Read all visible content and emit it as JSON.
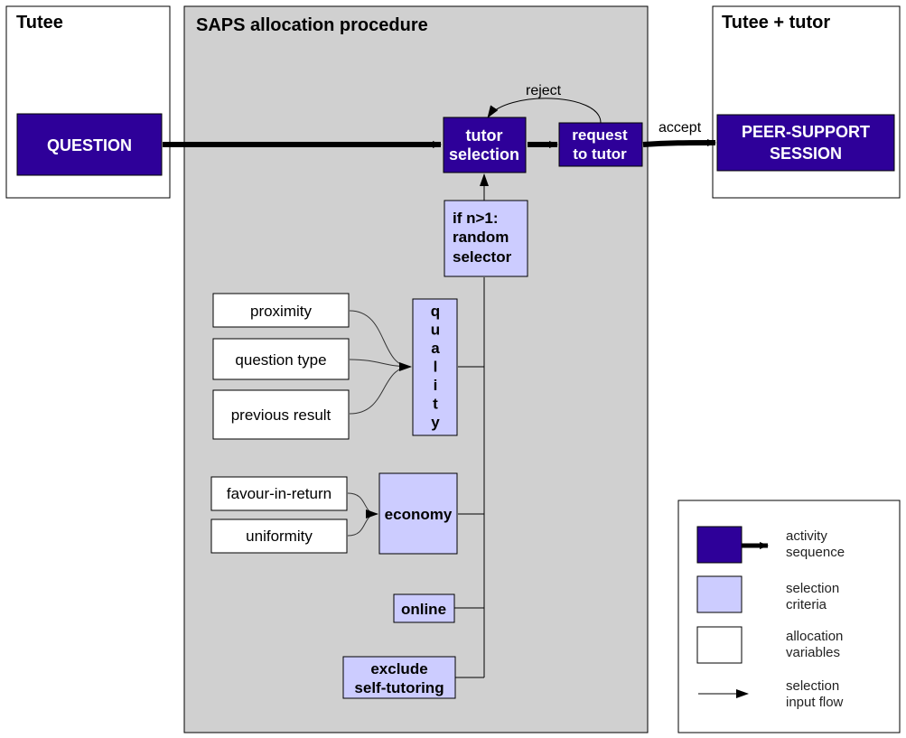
{
  "colors": {
    "activity": "#2e0099",
    "criteria": "#ccccff",
    "variable": "#ffffff",
    "procedure_bg": "#d0d0d0",
    "line": "#000000"
  },
  "lanes": {
    "tutee": "Tutee",
    "procedure": "SAPS allocation procedure",
    "tutee_tutor": "Tutee + tutor"
  },
  "activities": {
    "question": "QUESTION",
    "tutor_selection": [
      "tutor",
      "selection"
    ],
    "request_to_tutor": [
      "request",
      "to tutor"
    ],
    "peer_support_session": [
      "PEER-SUPPORT",
      "SESSION"
    ]
  },
  "criteria": {
    "random_selector": [
      "if n>1:",
      "random",
      "selector"
    ],
    "quality": [
      "q",
      "u",
      "a",
      "l",
      "i",
      "t",
      "y"
    ],
    "economy": "economy",
    "online": "online",
    "exclude_self_tutoring": [
      "exclude",
      "self-tutoring"
    ]
  },
  "variables": {
    "proximity": "proximity",
    "question_type": "question type",
    "previous_result": "previous result",
    "favour_in_return": "favour-in-return",
    "uniformity": "uniformity"
  },
  "edges": {
    "reject": "reject",
    "accept": "accept"
  },
  "legend": [
    {
      "kind": "activity",
      "lines": [
        "activity",
        "sequence"
      ]
    },
    {
      "kind": "criteria",
      "lines": [
        "selection",
        "criteria"
      ]
    },
    {
      "kind": "variable",
      "lines": [
        "allocation",
        "variables"
      ]
    },
    {
      "kind": "flow",
      "lines": [
        "selection",
        "input flow"
      ]
    }
  ]
}
